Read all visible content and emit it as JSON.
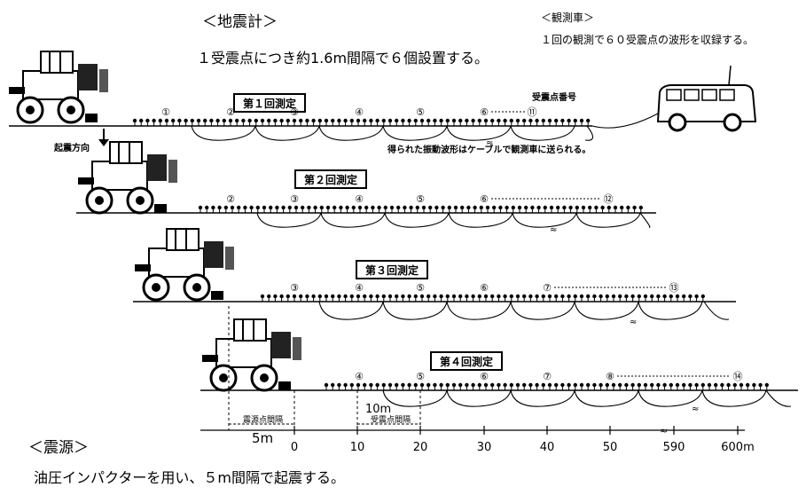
{
  "seismometer": {
    "heading": "＜地震計＞",
    "text": "１受震点につき約1.6m間隔で６個設置する。"
  },
  "recording_truck": {
    "heading": "＜観測車＞",
    "text": "１回の観測で６０受震点の波形を収録する。"
  },
  "source": {
    "heading": "＜震源＞",
    "text": "油圧インパクターを用い、５m間隔で起震する。"
  },
  "labels": {
    "shot_direction": "起震方向",
    "receiver_number": "受震点番号",
    "cable_note": "得られた振動波形はケーブルで観測車に送られる。",
    "source_interval": "震源点間隔",
    "receiver_interval": "受震点間隔",
    "receiver_spacing": "10m",
    "source_spacing": "5m"
  },
  "rounds": [
    {
      "title": "第１回測定",
      "circle_labels": [
        "①",
        "②",
        "③",
        "④",
        "⑤",
        "⑥",
        "⑪"
      ]
    },
    {
      "title": "第２回測定",
      "circle_labels": [
        "②",
        "③",
        "④",
        "⑤",
        "⑥",
        "⑫"
      ]
    },
    {
      "title": "第３回測定",
      "circle_labels": [
        "③",
        "④",
        "⑤",
        "⑥",
        "⑦",
        "⑬"
      ]
    },
    {
      "title": "第４回測定",
      "circle_labels": [
        "④",
        "⑤",
        "⑥",
        "⑦",
        "⑧",
        "⑭"
      ]
    }
  ],
  "scale": {
    "tick_labels": [
      "0",
      "10",
      "20",
      "30",
      "40",
      "50",
      "590",
      "600m"
    ],
    "break_symbol": "≈"
  },
  "icons": {
    "vehicle": "impactor-vehicle-icon",
    "truck": "recording-truck-icon",
    "geophone": "geophone-icon"
  }
}
